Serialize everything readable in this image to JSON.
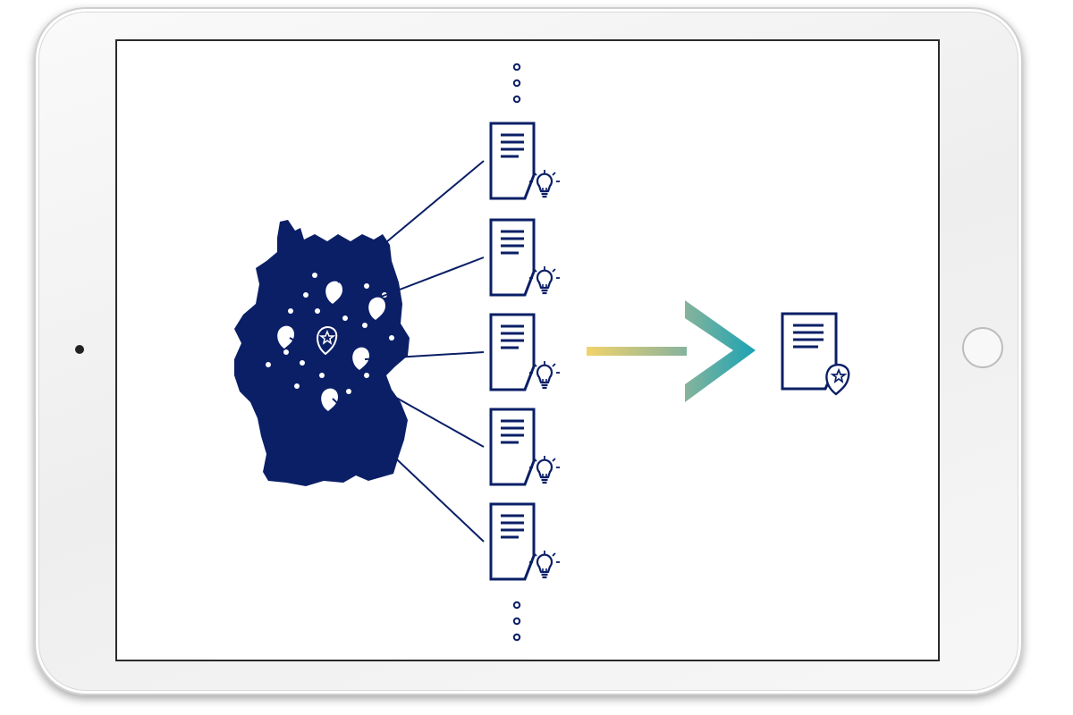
{
  "device": {
    "type": "tablet",
    "frame_color": "#eeeeee",
    "screen_border_color": "#2b2b2b"
  },
  "diagram": {
    "accent_navy": "#0a1f66",
    "arrow_gradient": [
      "#f2d36b",
      "#8fb59a",
      "#1aa3b3"
    ],
    "map_region": "Germany",
    "documents_count": 5,
    "documents_icon": "document-lightbulb-icon",
    "result_icon": "document-star-pin-icon",
    "continuation": "ellipsis-dots"
  }
}
